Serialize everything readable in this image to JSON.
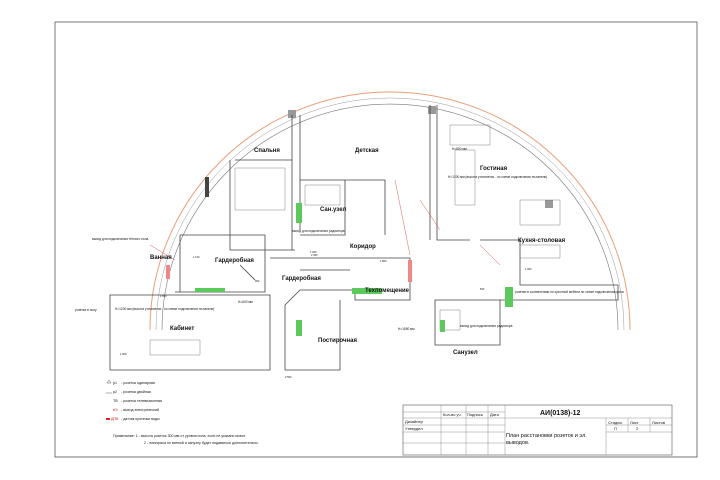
{
  "rooms": {
    "bedroom": "Спальня",
    "kids": "Детская",
    "living": "Гостиная",
    "wc1": "Сан.узел",
    "corridor": "Коридор",
    "kitchen": "Кухня-столовая",
    "bath": "Ванная",
    "wardrobe1": "Гардеробная",
    "wardrobe2": "Гардеробная",
    "tech": "Техпомещение",
    "study": "Кабинет",
    "laundry": "Постирочная",
    "wc2": "Санузел"
  },
  "notes": {
    "living_height": "H=1200 мм (высота уточняется - по схеме подключения тв.панели)",
    "study_height": "H=1200 мм (высота уточняется - по схеме подключения тв.панели)",
    "kitchen_note": "розетки в соответствии по кухонной мебели по схеме подключения кухни",
    "radiator_1": "выход для подключения радиатора",
    "radiator_2": "выход для подключения радиатора",
    "wc2_h": "H=1650 мм",
    "study_h2": "H=600 мм",
    "living_h2": "H=800 мм",
    "left_outlet": "розетка в полу",
    "bath_note": "выход для подключения тёплого пола"
  },
  "dims": [
    "1 100",
    "1 200",
    "900",
    "2 360",
    "1 800",
    "1 500",
    "1 600",
    "500",
    "1 000",
    "2 500"
  ],
  "legend": [
    {
      "code": "р1",
      "text": "- розетка одинарная"
    },
    {
      "code": "р2",
      "text": "- розетка двойная"
    },
    {
      "code": "TB",
      "text": "- розетка телевизионная"
    },
    {
      "code": "вЭ",
      "text": "- выход электрический"
    },
    {
      "code": "ДПВ",
      "text": "- датчик протечки воды"
    }
  ],
  "remarks": {
    "line1": "Примечание: 1 - высота розеток 300 мм от уровня пола, если не указано иначе.",
    "line2": "2 - электрика по ванной и санузлу будет подаваться дополнительно."
  },
  "title_block": {
    "code": "АИ(0138)-12",
    "col_qty": "Кол-во уч.",
    "col_sign": "Подпись",
    "col_date": "Дата",
    "designer": "Дизайнер",
    "approved": "Утвердил",
    "stage_label": "Стадия",
    "sheet_label": "Лист",
    "sheets_label": "Листов",
    "stage": "П",
    "sheet": "2",
    "sheet_title": "План расстановки розеток и эл. выводов."
  }
}
